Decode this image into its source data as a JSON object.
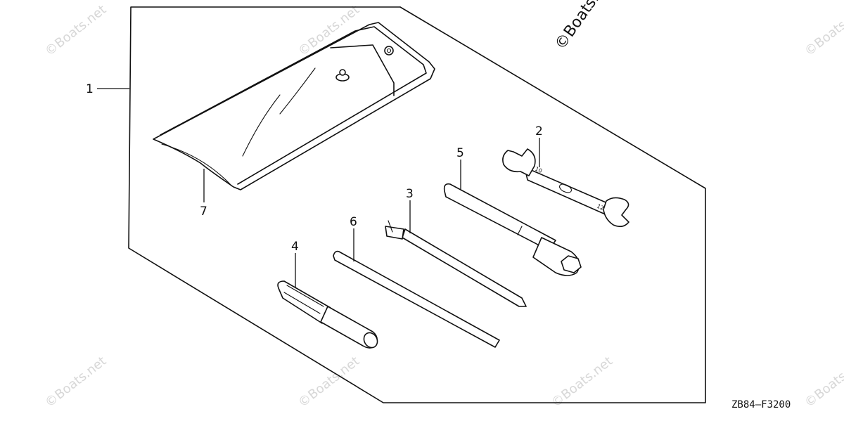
{
  "diagram": {
    "drawing_code": "ZB84—F3200",
    "watermark_main": "©Boats.net",
    "watermark_faint": "©Boats.net",
    "callouts": {
      "bag_set": "1",
      "wrench": "2",
      "screwdriver": "3",
      "driver_handle": "4",
      "plug_wrench": "5",
      "rod": "6",
      "pouch": "7"
    }
  }
}
